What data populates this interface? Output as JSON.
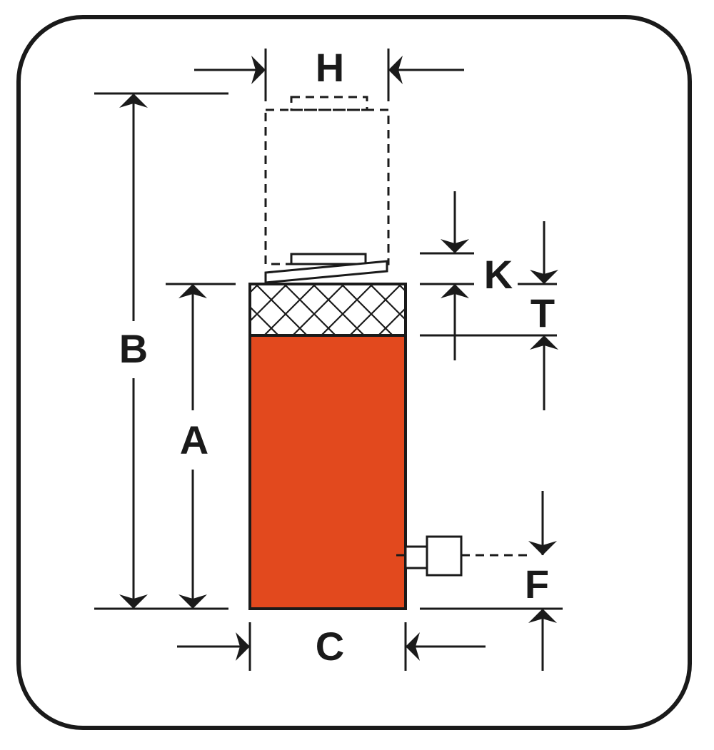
{
  "labels": {
    "H": "H",
    "B": "B",
    "A": "A",
    "K": "K",
    "T": "T",
    "F": "F",
    "C": "C"
  },
  "colors": {
    "cylinder_body": "#e2491e",
    "outline": "#1a1a1a",
    "background": "#ffffff"
  }
}
